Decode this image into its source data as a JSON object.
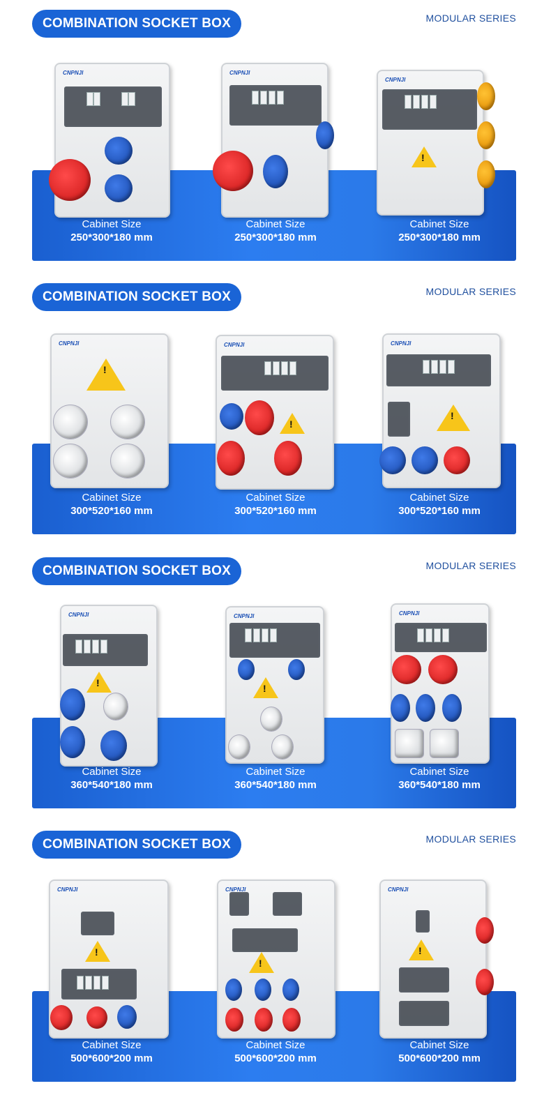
{
  "sections": [
    {
      "title": "COMBINATION SOCKET BOX",
      "series": "MODULAR SERIES",
      "products": [
        {
          "brand": "CNPNJI",
          "size_label": "Cabinet Size",
          "dimensions": "250*300*180 mm"
        },
        {
          "brand": "CNPNJI",
          "size_label": "Cabinet Size",
          "dimensions": "250*300*180 mm"
        },
        {
          "brand": "CNPNJI",
          "size_label": "Cabinet Size",
          "dimensions": "250*300*180 mm"
        }
      ]
    },
    {
      "title": "COMBINATION SOCKET BOX",
      "series": "MODULAR SERIES",
      "products": [
        {
          "brand": "CNPNJI",
          "size_label": "Cabinet Size",
          "dimensions": "300*520*160 mm"
        },
        {
          "brand": "CNPNJI",
          "size_label": "Cabinet Size",
          "dimensions": "300*520*160 mm"
        },
        {
          "brand": "CNPNJI",
          "size_label": "Cabinet Size",
          "dimensions": "300*520*160 mm"
        }
      ]
    },
    {
      "title": "COMBINATION SOCKET BOX",
      "series": "MODULAR SERIES",
      "products": [
        {
          "brand": "CNPNJI",
          "size_label": "Cabinet Size",
          "dimensions": "360*540*180 mm"
        },
        {
          "brand": "CNPNJI",
          "size_label": "Cabinet Size",
          "dimensions": "360*540*180 mm"
        },
        {
          "brand": "CNPNJI",
          "size_label": "Cabinet Size",
          "dimensions": "360*540*180 mm"
        }
      ]
    },
    {
      "title": "COMBINATION SOCKET BOX",
      "series": "MODULAR SERIES",
      "products": [
        {
          "brand": "CNPNJI",
          "size_label": "Cabinet Size",
          "dimensions": "500*600*200 mm"
        },
        {
          "brand": "CNPNJI",
          "size_label": "Cabinet Size",
          "dimensions": "500*600*200 mm"
        },
        {
          "brand": "CNPNJI",
          "size_label": "Cabinet Size",
          "dimensions": "500*600*200 mm"
        }
      ]
    }
  ],
  "colors": {
    "accent_blue": "#1a64d6",
    "series_text": "#1f4f9e",
    "socket_red": "#d81e1e",
    "socket_blue": "#1f55c0",
    "socket_yellow": "#f2a900",
    "warning_yellow": "#f7c51a"
  },
  "icons": [
    "warning-triangle-icon",
    "industrial-socket-icon",
    "circuit-breaker-icon"
  ]
}
